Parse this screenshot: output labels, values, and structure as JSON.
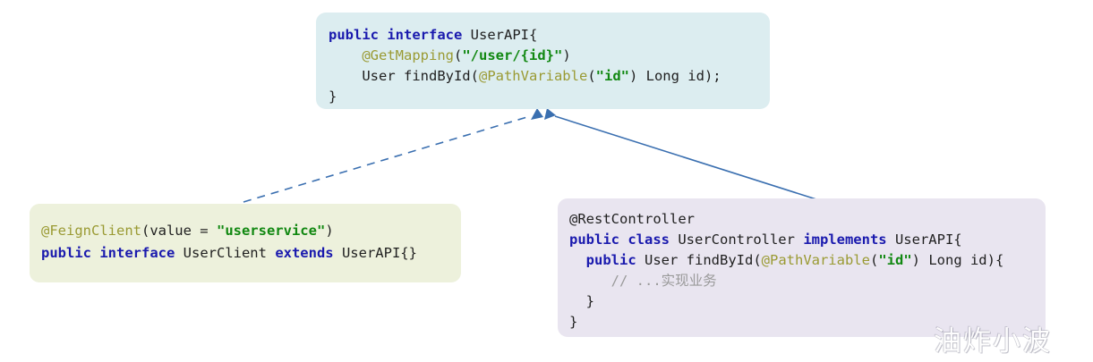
{
  "diagram": {
    "title": "Feign client / REST controller shared API interface diagram",
    "background_color": "#ffffff",
    "connector_color": "#3a6fb0",
    "boxes": {
      "userapi": {
        "name": "UserAPI interface",
        "background_color": "#dcedf0",
        "lines": [
          [
            {
              "t": "public ",
              "c": "kw"
            },
            {
              "t": "interface ",
              "c": "kw"
            },
            {
              "t": "UserAPI{",
              "c": "plain"
            }
          ],
          [
            {
              "t": "    ",
              "c": "plain"
            },
            {
              "t": "@GetMapping",
              "c": "ann"
            },
            {
              "t": "(",
              "c": "plain"
            },
            {
              "t": "\"/user/{id}\"",
              "c": "str"
            },
            {
              "t": ")",
              "c": "plain"
            }
          ],
          [
            {
              "t": "    User findById(",
              "c": "plain"
            },
            {
              "t": "@PathVariable",
              "c": "ann"
            },
            {
              "t": "(",
              "c": "plain"
            },
            {
              "t": "\"id\"",
              "c": "str"
            },
            {
              "t": ") Long id);",
              "c": "plain"
            }
          ],
          [
            {
              "t": "}",
              "c": "plain"
            }
          ]
        ]
      },
      "userclient": {
        "name": "UserClient Feign interface",
        "background_color": "#edf1dc",
        "lines": [
          [
            {
              "t": "@FeignClient",
              "c": "ann"
            },
            {
              "t": "(value = ",
              "c": "plain"
            },
            {
              "t": "\"userservice\"",
              "c": "str"
            },
            {
              "t": ")",
              "c": "plain"
            }
          ],
          [
            {
              "t": "public ",
              "c": "kw"
            },
            {
              "t": "interface ",
              "c": "kw"
            },
            {
              "t": "UserClient ",
              "c": "plain"
            },
            {
              "t": "extends ",
              "c": "kw"
            },
            {
              "t": "UserAPI{}",
              "c": "plain"
            }
          ]
        ]
      },
      "usercontroller": {
        "name": "UserController REST controller",
        "background_color": "#e9e5f0",
        "lines": [
          [
            {
              "t": "@RestController",
              "c": "plain"
            }
          ],
          [
            {
              "t": "public ",
              "c": "kw"
            },
            {
              "t": "class ",
              "c": "kw"
            },
            {
              "t": "UserController ",
              "c": "plain"
            },
            {
              "t": "implements ",
              "c": "kw"
            },
            {
              "t": "UserAPI{",
              "c": "plain"
            }
          ],
          [
            {
              "t": "  ",
              "c": "plain"
            },
            {
              "t": "public ",
              "c": "kw"
            },
            {
              "t": "User findById(",
              "c": "plain"
            },
            {
              "t": "@PathVariable",
              "c": "ann"
            },
            {
              "t": "(",
              "c": "plain"
            },
            {
              "t": "\"id\"",
              "c": "str"
            },
            {
              "t": ") Long id){",
              "c": "plain"
            }
          ],
          [
            {
              "t": "     // ...实现业务",
              "c": "comment"
            }
          ],
          [
            {
              "t": "  }",
              "c": "plain"
            }
          ],
          [
            {
              "t": "}",
              "c": "plain"
            }
          ]
        ]
      }
    },
    "connectors": [
      {
        "name": "userclient-implements-userapi",
        "style": "dashed",
        "from": "userclient",
        "to": "userapi",
        "arrow": "open-triangle"
      },
      {
        "name": "usercontroller-implements-userapi",
        "style": "solid",
        "from": "usercontroller",
        "to": "userapi",
        "arrow": "open-triangle"
      }
    ]
  },
  "watermark": {
    "text": "油炸小波"
  }
}
